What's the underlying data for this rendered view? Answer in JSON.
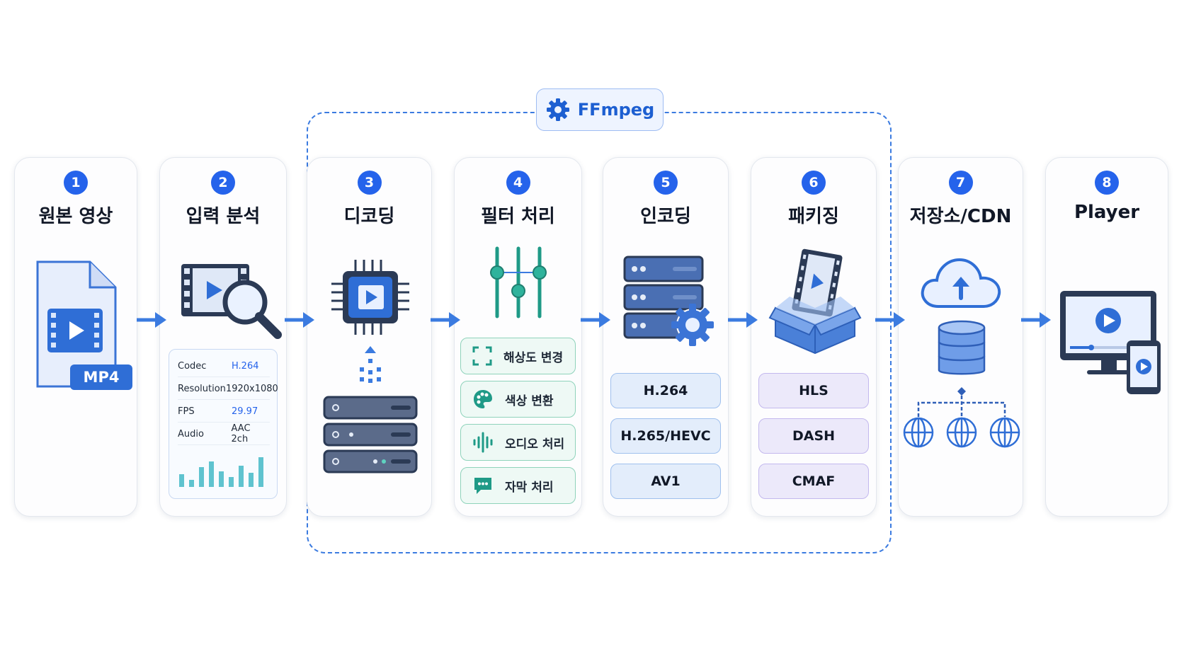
{
  "group": {
    "label": "FFmpeg"
  },
  "steps": [
    {
      "num": "1",
      "title": "원본 영상",
      "badge": "MP4"
    },
    {
      "num": "2",
      "title": "입력 분석",
      "info": [
        {
          "key": "Codec",
          "value": "H.264"
        },
        {
          "key": "Resolution",
          "value": "1920x1080"
        },
        {
          "key": "FPS",
          "value": "29.97"
        },
        {
          "key": "Audio",
          "value": "AAC 2ch"
        }
      ]
    },
    {
      "num": "3",
      "title": "디코딩"
    },
    {
      "num": "4",
      "title": "필터 처리",
      "filters": [
        "해상도 변경",
        "색상 변환",
        "오디오 처리",
        "자막 처리"
      ]
    },
    {
      "num": "5",
      "title": "인코딩",
      "codecs": [
        "H.264",
        "H.265/HEVC",
        "AV1"
      ]
    },
    {
      "num": "6",
      "title": "패키징",
      "formats": [
        "HLS",
        "DASH",
        "CMAF"
      ]
    },
    {
      "num": "7",
      "title": "저장소/CDN"
    },
    {
      "num": "8",
      "title": "Player"
    }
  ],
  "colors": {
    "accent": "#2563eb",
    "teal": "#1f9a87",
    "dashed": "#3b7be0"
  }
}
